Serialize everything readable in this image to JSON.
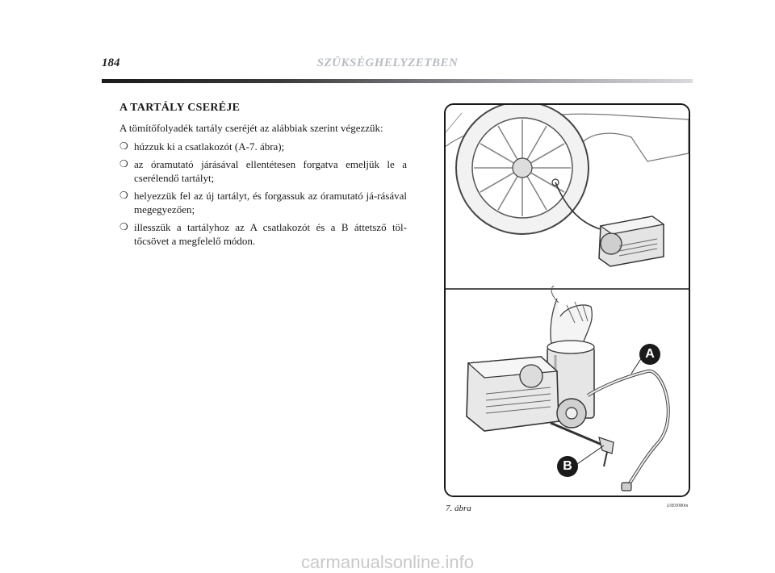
{
  "header": {
    "page_number": "184",
    "running_title": "SZÜKSÉGHELYZETBEN"
  },
  "section": {
    "title": "A TARTÁLY CSERÉJE",
    "intro": "A tömítőfolyadék tartály cseréjét az alábbiak szerint végezzük:",
    "bullet_glyph": "❍",
    "steps": [
      "húzzuk ki a csatlakozót (A-7. ábra);",
      "az óramutató járásával ellentétesen forgatva emeljük le a cserélendő tartályt;",
      "helyezzük fel az új tartályt, és forgassuk az óramutató já-rásával megegyezően;",
      "illesszük a tartályhoz az A csatlakozót és a B áttetsző töl-tőcsövet a megfelelő módon."
    ]
  },
  "figure": {
    "label_a": "A",
    "label_b": "B",
    "caption": "7. ábra",
    "code": "L0E0080m"
  },
  "watermark": "carmanualsonline.info"
}
